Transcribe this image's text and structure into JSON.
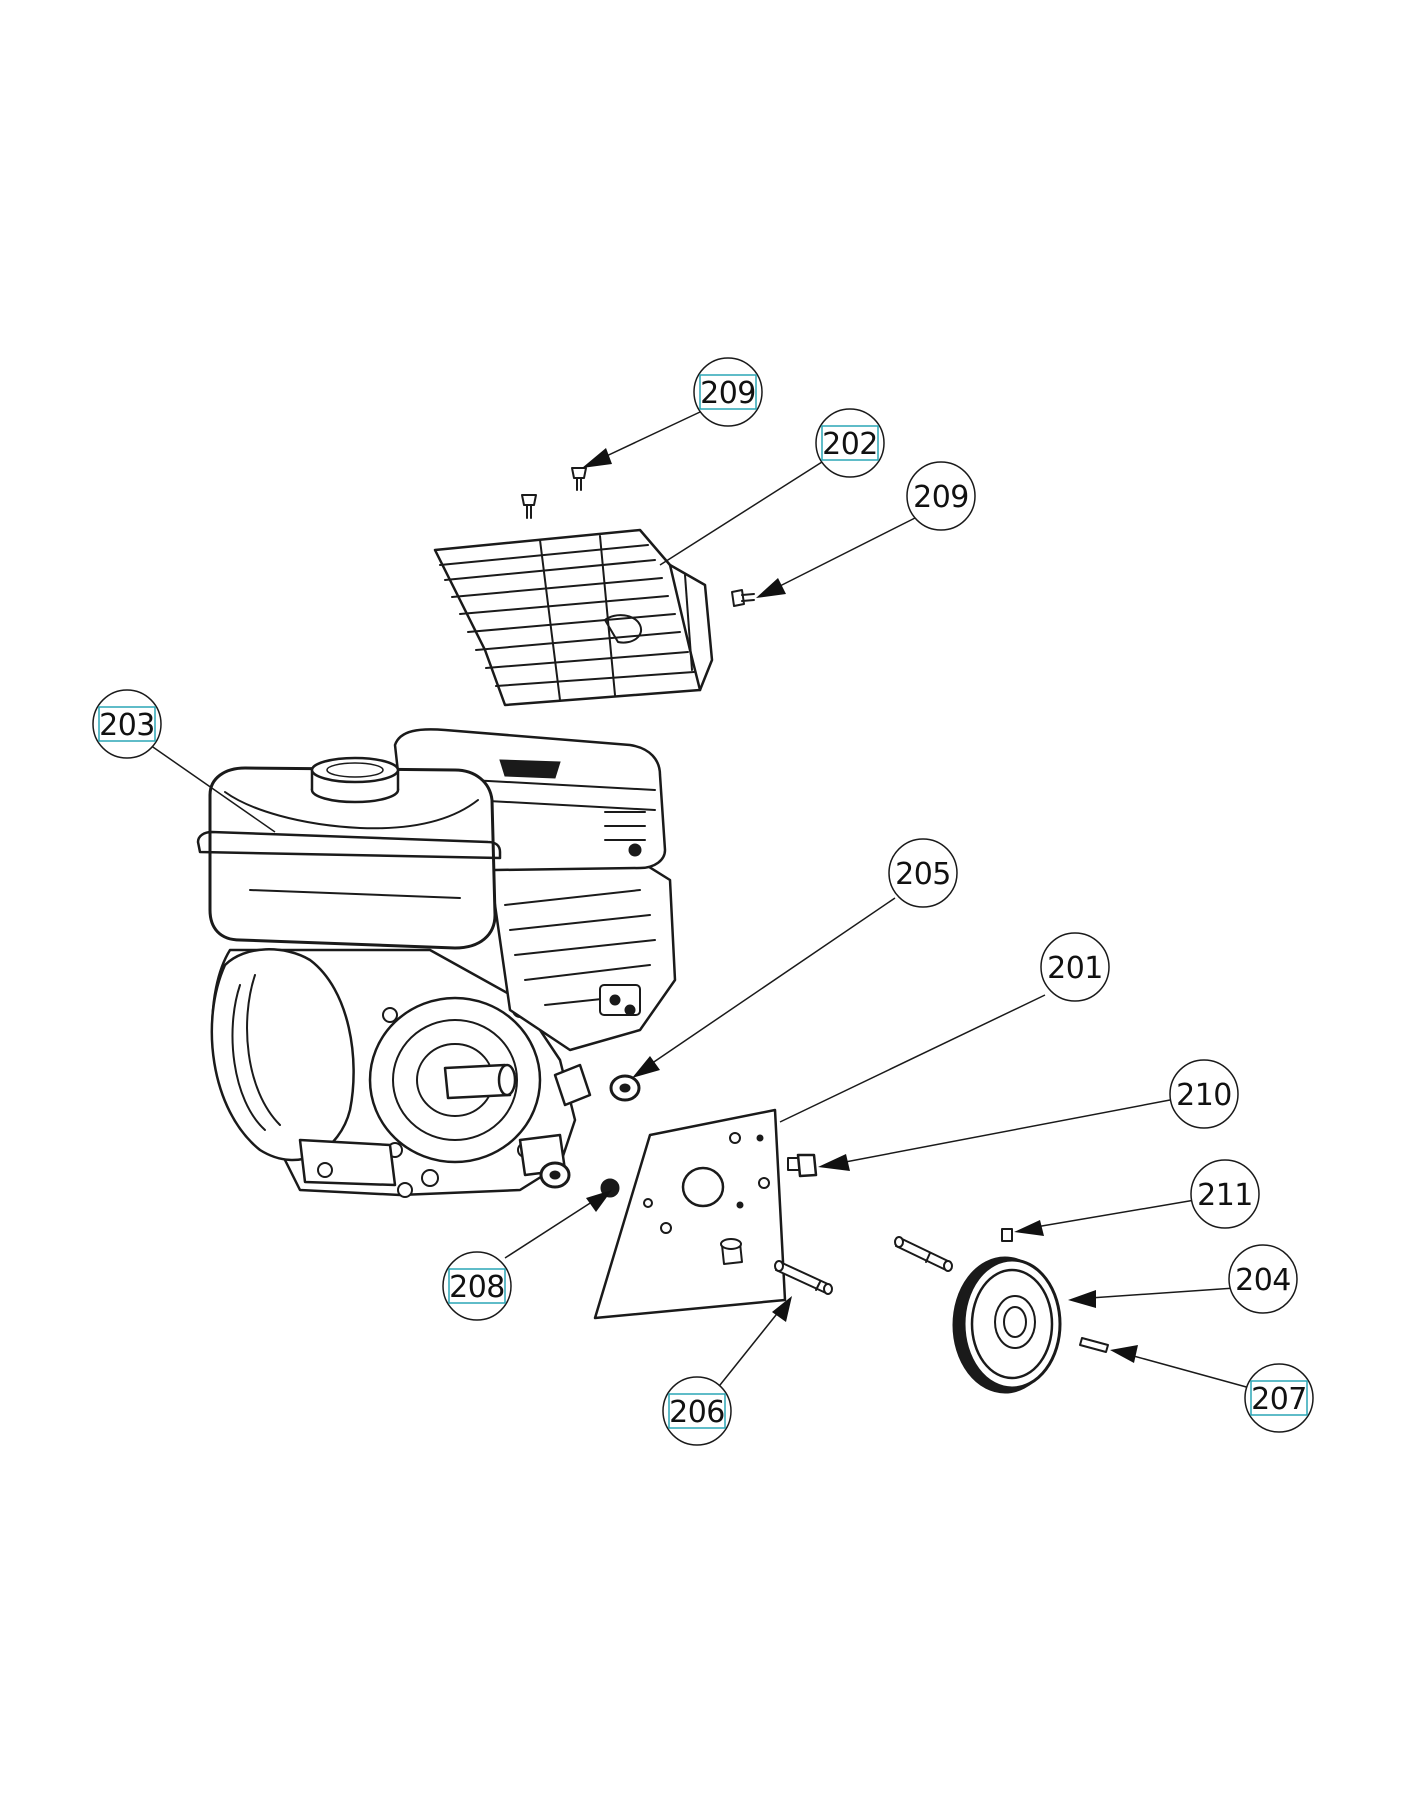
{
  "diagram": {
    "callouts": [
      {
        "id": "c-209-top",
        "label": "209"
      },
      {
        "id": "c-202",
        "label": "202"
      },
      {
        "id": "c-209-right",
        "label": "209"
      },
      {
        "id": "c-203",
        "label": "203"
      },
      {
        "id": "c-205",
        "label": "205"
      },
      {
        "id": "c-201",
        "label": "201"
      },
      {
        "id": "c-210",
        "label": "210"
      },
      {
        "id": "c-211",
        "label": "211"
      },
      {
        "id": "c-204",
        "label": "204"
      },
      {
        "id": "c-207",
        "label": "207"
      },
      {
        "id": "c-208",
        "label": "208"
      },
      {
        "id": "c-206",
        "label": "206"
      }
    ],
    "colors": {
      "line": "#1a1a1a",
      "balloon_outline": "#1a1a1a",
      "label_box": "#2aa6b5",
      "background": "#ffffff"
    }
  }
}
